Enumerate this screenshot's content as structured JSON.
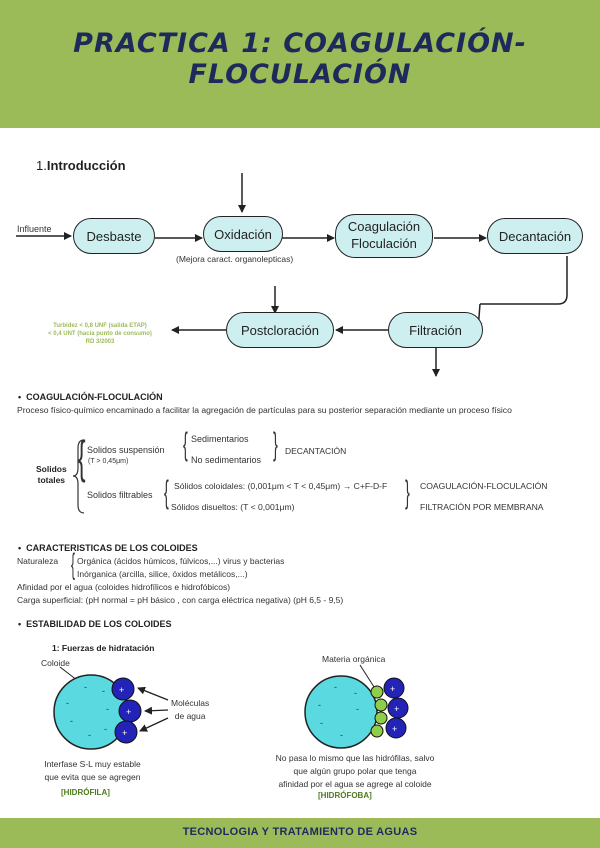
{
  "header": {
    "title": "PRACTICA 1: COAGULACIÓN-FLOCULACIÓN"
  },
  "intro": {
    "number": "1.",
    "heading": "Introducción"
  },
  "flow": {
    "influent": "Influente",
    "desbaste": "Desbaste",
    "oxidacion": "Oxidación",
    "oxidacion_note": "(Mejora caract. organolepticas)",
    "coagulacion_1": "Coagulación",
    "coagulacion_2": "Floculación",
    "decantacion": "Decantación",
    "filtracion": "Filtración",
    "postcloracion": "Postcloración",
    "turbidity": [
      "Turbidez < 0,8 UNF (salida ETAP)",
      "< 0,4 UNT (hacia punto de consumo)",
      "RD 3/2003"
    ]
  },
  "coag": {
    "bullet": "COAGULACIÓN-FLOCULACIÓN",
    "desc": "Proceso físico-químico encaminado a facilitar la agregación de partículas para su posterior separación mediante un proceso físico",
    "solidos_1": "Solidos",
    "solidos_2": "totales",
    "suspension": "Solidos suspensión",
    "suspension_sub": "(T > 0,45μm)",
    "sedimentarios": "Sedimentarios",
    "no_sedimentarios": "No sedimentarios",
    "decantacion": "DECANTACIÓN",
    "filtrables": "Solidos filtrables",
    "coloidales": "Sólidos coloidales: (0,001μm < T < 0,45μm) → C+F-D-F",
    "disueltos": "Sólidos disueltos: (T < 0,001μm)",
    "coag_floc": "COAGULACIÓN-FLOCULACIÓN",
    "filtracion_memb": "FILTRACIÓN POR MEMBRANA"
  },
  "carac": {
    "bullet": "CARACTERISTICAS DE LOS COLOIDES",
    "naturaleza": "Naturaleza",
    "organica": "Orgánica (ácidos húmicos, fúlvicos,...) virus y bacterias",
    "inorganica": "Inórganica (arcilla, silice, óxidos metálicos,...)",
    "afinidad": "Afinidad por el agua (coloides hidrofílicos e hidrofóbicos)",
    "carga": "Carga superficial: (pH normal = pH básico , con carga eléctrica negativa) (pH 6,5 - 9,5)"
  },
  "estab": {
    "bullet": "ESTABILIDAD DE LOS COLOIDES",
    "fuerzas": "1: Fuerzas de hidratación",
    "coloide": "Coloide",
    "moleculas_1": "Moléculas",
    "moleculas_2": "de agua",
    "interfase_1": "Interfase S-L muy estable",
    "interfase_2": "que evita que se agregen",
    "hidrofila": "[HIDRÓFILA]",
    "materia": "Materia orgánica",
    "no_pasa_1": "No pasa lo mismo que las hidrófilas, salvo",
    "no_pasa_2": "que algún grupo polar que tenga",
    "no_pasa_3": "afinidad por el agua se agrege al coloide",
    "hidrofoba": "[HIDRÓFOBA]"
  },
  "footer": {
    "text": "TECNOLOGIA Y TRATAMIENTO DE AGUAS"
  },
  "colors": {
    "header_green": "#9bbb59",
    "title_navy": "#1f2a5c",
    "pill_fill": "#cdeff0",
    "colloid_cyan": "#5ad9e0",
    "water_blue": "#2323b8",
    "organic_green": "#8fce4a"
  }
}
